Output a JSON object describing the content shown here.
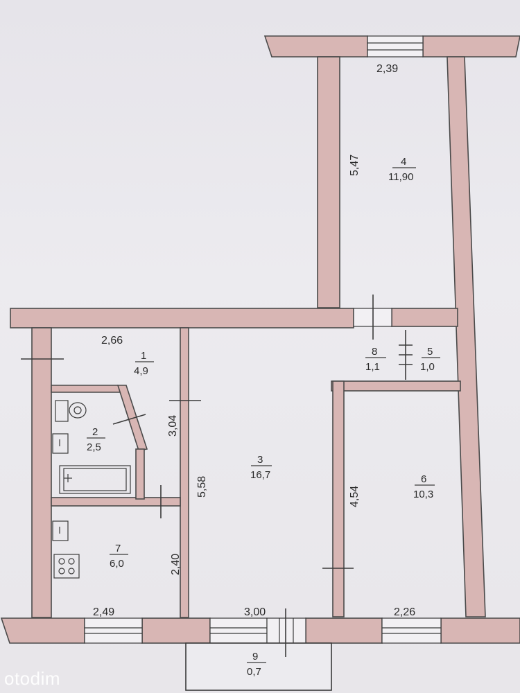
{
  "watermark": "otodim",
  "dimensions": {
    "top_corridor_width": "2,39",
    "room4_length": "5,47",
    "room1_width": "2,66",
    "room2_height": "3,04",
    "room3_length": "5,58",
    "room6_length": "4,54",
    "room7_height": "2,40",
    "bottom_left": "2,49",
    "bottom_middle": "3,00",
    "bottom_right": "2,26"
  },
  "rooms": [
    {
      "number": "1",
      "area": "4,9"
    },
    {
      "number": "2",
      "area": "2,5"
    },
    {
      "number": "3",
      "area": "16,7"
    },
    {
      "number": "4",
      "area": "11,90"
    },
    {
      "number": "5",
      "area": "1,0"
    },
    {
      "number": "6",
      "area": "10,3"
    },
    {
      "number": "7",
      "area": "6,0"
    },
    {
      "number": "8",
      "area": "1,1"
    },
    {
      "number": "9",
      "area": "0,7"
    }
  ]
}
